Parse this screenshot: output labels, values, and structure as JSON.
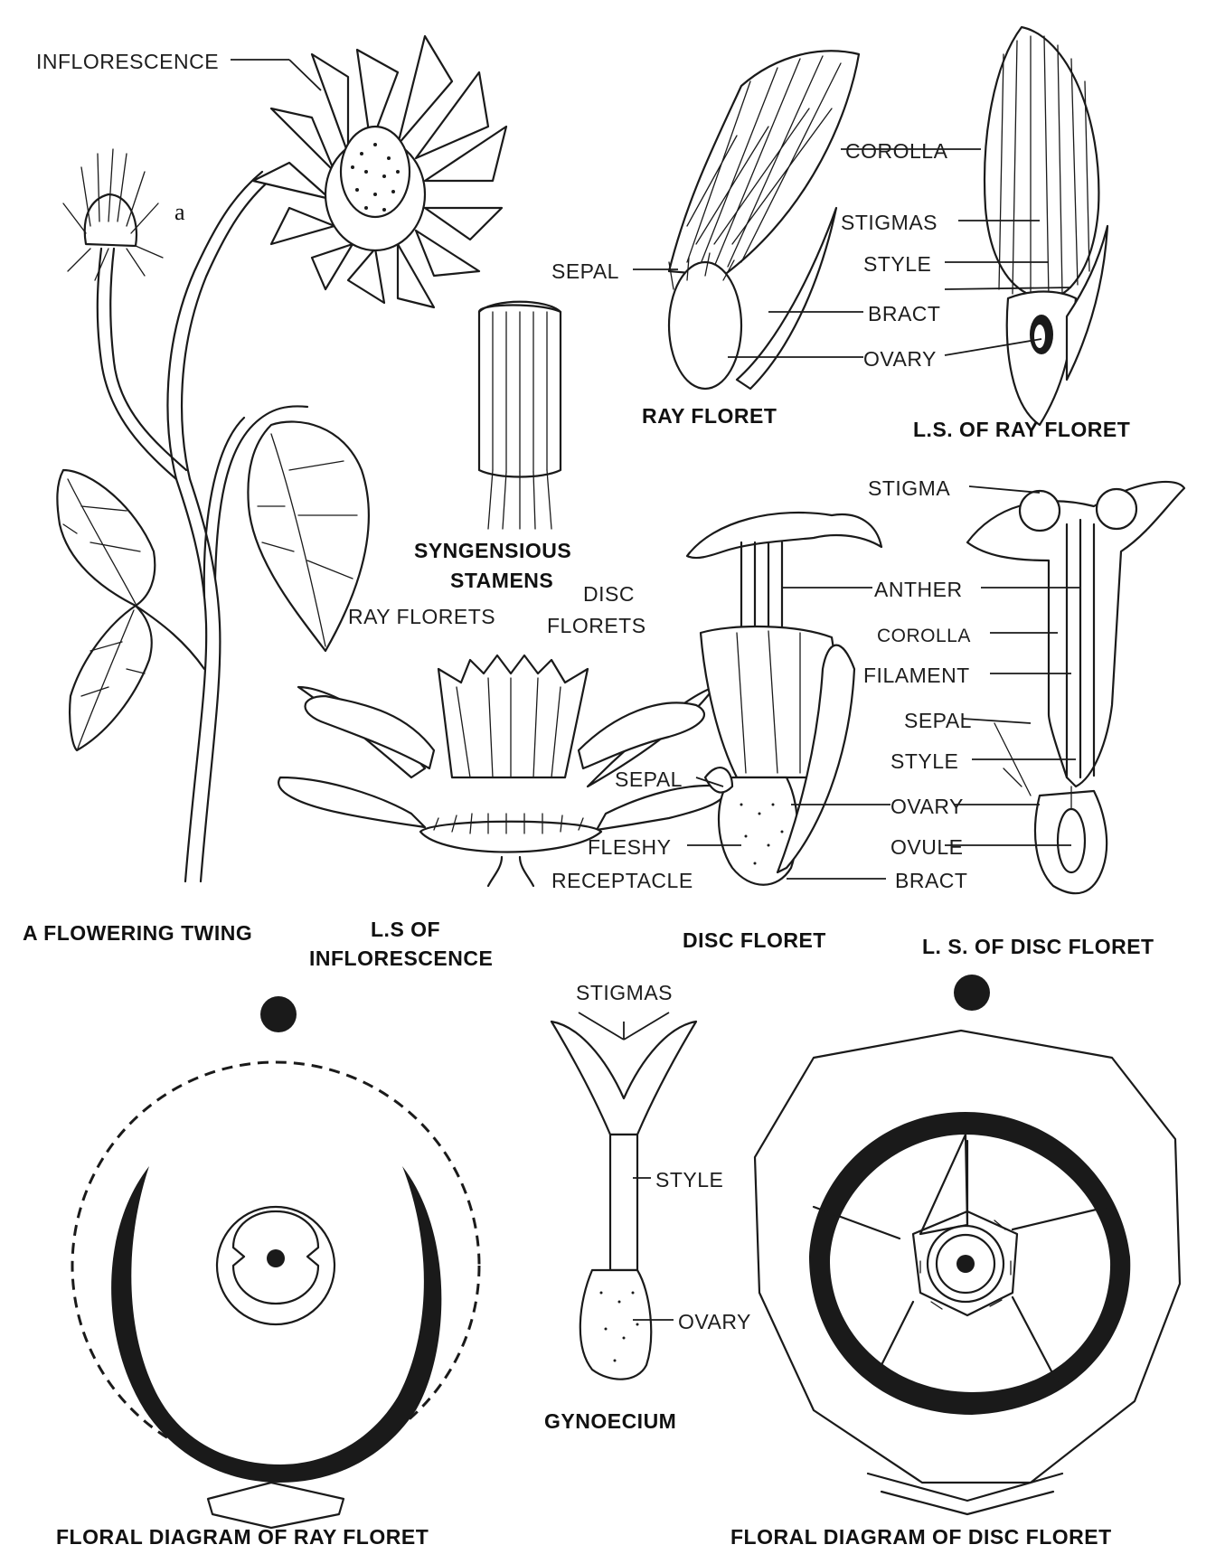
{
  "labels": {
    "inflorescence": "INFLORESCENCE",
    "a": "a",
    "corolla_ray": "COROLLA",
    "stigmas_ray": "STIGMAS",
    "sepal_ray": "SEPAL",
    "style_ray": "STYLE",
    "bract_ray": "BRACT",
    "ovary_ray": "OVARY",
    "stigma_disc": "STIGMA",
    "anther": "ANTHER",
    "ray_florets": "RAY FLORETS",
    "disc_florets_1": "DISC",
    "disc_florets_2": "FLORETS",
    "corolla_disc": "COROLLA",
    "filament": "FILAMENT",
    "sepal_disc_ls": "SEPAL",
    "sepal_disc": "SEPAL",
    "style_disc": "STYLE",
    "ovary_disc": "OVARY",
    "fleshy": "FLESHY",
    "receptacle": "RECEPTACLE",
    "ovule": "OVULE",
    "bract_disc": "BRACT",
    "stigmas_gyn": "STIGMAS",
    "style_gyn": "STYLE",
    "ovary_gyn": "OVARY"
  },
  "captions": {
    "ray_floret": "RAY FLORET",
    "ls_ray_floret": "L.S. OF RAY FLORET",
    "syngensious_1": "SYNGENSIOUS",
    "syngensious_2": "STAMENS",
    "flowering_twig": "A FLOWERING TWING",
    "ls_inflorescence_1": "L.S  OF",
    "ls_inflorescence_2": "INFLORESCENCE",
    "disc_floret": "DISC FLORET",
    "ls_disc_floret": "L. S. OF DISC FLORET",
    "gynoecium": "GYNOECIUM",
    "floral_diagram_ray": "FLORAL DIAGRAM OF RAY FLORET",
    "floral_diagram_disc": "FLORAL DIAGRAM OF DISC FLORET"
  }
}
